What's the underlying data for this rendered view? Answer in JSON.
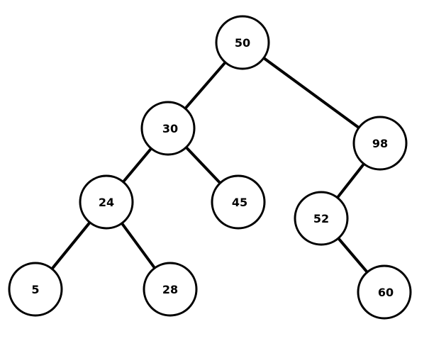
{
  "tree": {
    "nodes": [
      {
        "id": "n50",
        "label": "50"
      },
      {
        "id": "n30",
        "label": "30"
      },
      {
        "id": "n98",
        "label": "98"
      },
      {
        "id": "n24",
        "label": "24"
      },
      {
        "id": "n45",
        "label": "45"
      },
      {
        "id": "n52",
        "label": "52"
      },
      {
        "id": "n5",
        "label": "5"
      },
      {
        "id": "n28",
        "label": "28"
      },
      {
        "id": "n60",
        "label": "60"
      }
    ],
    "edges": [
      [
        "n50",
        "n30"
      ],
      [
        "n50",
        "n98"
      ],
      [
        "n30",
        "n24"
      ],
      [
        "n30",
        "n45"
      ],
      [
        "n98",
        "n52"
      ],
      [
        "n24",
        "n5"
      ],
      [
        "n24",
        "n28"
      ],
      [
        "n52",
        "n60"
      ]
    ]
  },
  "colors": {
    "stroke": "#000000",
    "fill": "#ffffff",
    "text": "#000000"
  }
}
